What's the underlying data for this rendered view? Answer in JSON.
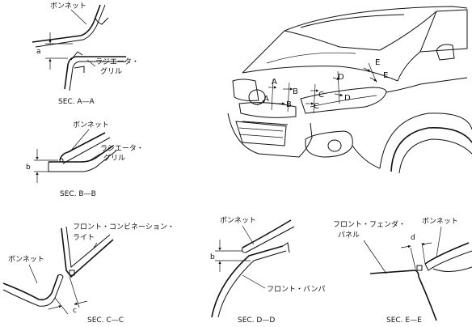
{
  "sections": {
    "aa": {
      "title": "SEC. A—A",
      "bonnet": "ボンネット",
      "grille_1": "ラジエータ・",
      "grille_2": "グリル",
      "dim": "a"
    },
    "bb": {
      "title": "SEC. B—B",
      "bonnet": "ボンネット",
      "grille_1": "ラジエータ・",
      "grille_2": "グリル",
      "dim": "b"
    },
    "cc": {
      "title": "SEC. C—C",
      "bonnet": "ボンネット",
      "lamp_1": "フロント・コンビネーション・",
      "lamp_2": "ライト",
      "dim": "c"
    },
    "dd": {
      "title": "SEC. D—D",
      "bonnet": "ボンネット",
      "bumper": "フロント・バンパ",
      "dim": "b"
    },
    "ee": {
      "title": "SEC. E—E",
      "bonnet": "ボンネット",
      "fender_1": "フロント・フェンダ・",
      "fender_2": "パネル",
      "dim": "d"
    }
  },
  "car_callouts": {
    "a1": "A",
    "a2": "A",
    "b1": "B",
    "b2": "B",
    "c1": "C",
    "c2": "C",
    "d1": "D",
    "d2": "D",
    "e1": "E",
    "e2": "E"
  }
}
